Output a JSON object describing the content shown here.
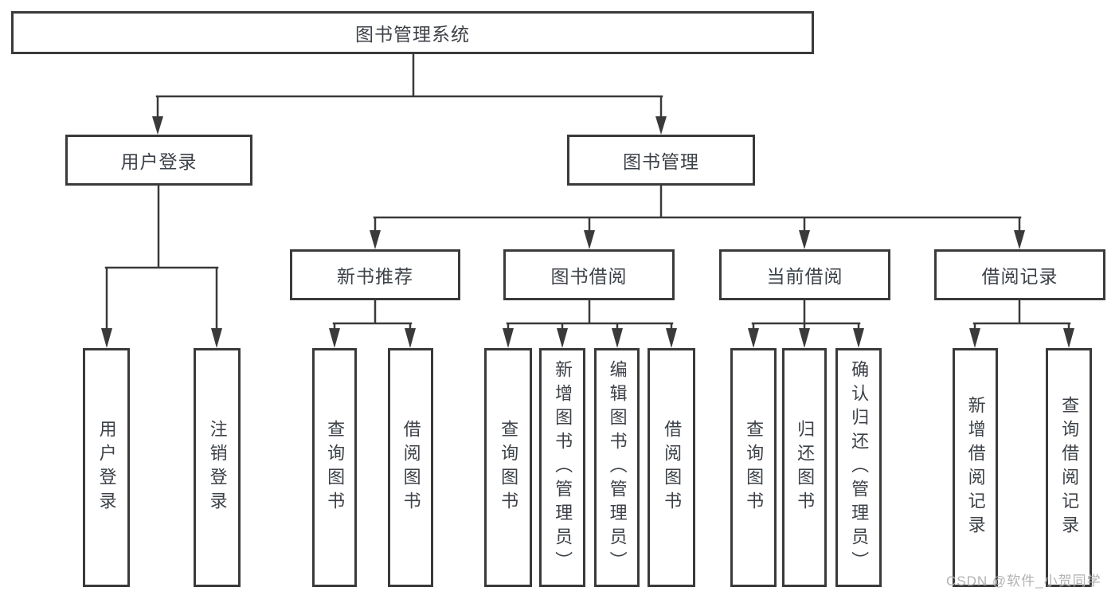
{
  "diagram": {
    "watermark": "CSDN @软件_小贺同学",
    "colors": {
      "background": "#ffffff",
      "line": "#3a3a3a",
      "box_border": "#3a3a3a",
      "text": "#3d4248",
      "watermark": "#b2b2b4"
    },
    "tree": {
      "root": "图书管理系统",
      "children": [
        {
          "label": "用户登录",
          "children": [
            "用户登录",
            "注销登录"
          ]
        },
        {
          "label": "图书管理",
          "children": [
            {
              "label": "新书推荐",
              "children": [
                "查询图书",
                "借阅图书"
              ]
            },
            {
              "label": "图书借阅",
              "children": [
                "查询图书",
                "新增图书（管理员）",
                "编辑图书（管理员）",
                "借阅图书"
              ]
            },
            {
              "label": "当前借阅",
              "children": [
                "查询图书",
                "归还图书",
                "确认归还（管理员）"
              ]
            },
            {
              "label": "借阅记录",
              "children": [
                "新增借阅记录",
                "查询借阅记录"
              ]
            }
          ]
        }
      ]
    }
  }
}
